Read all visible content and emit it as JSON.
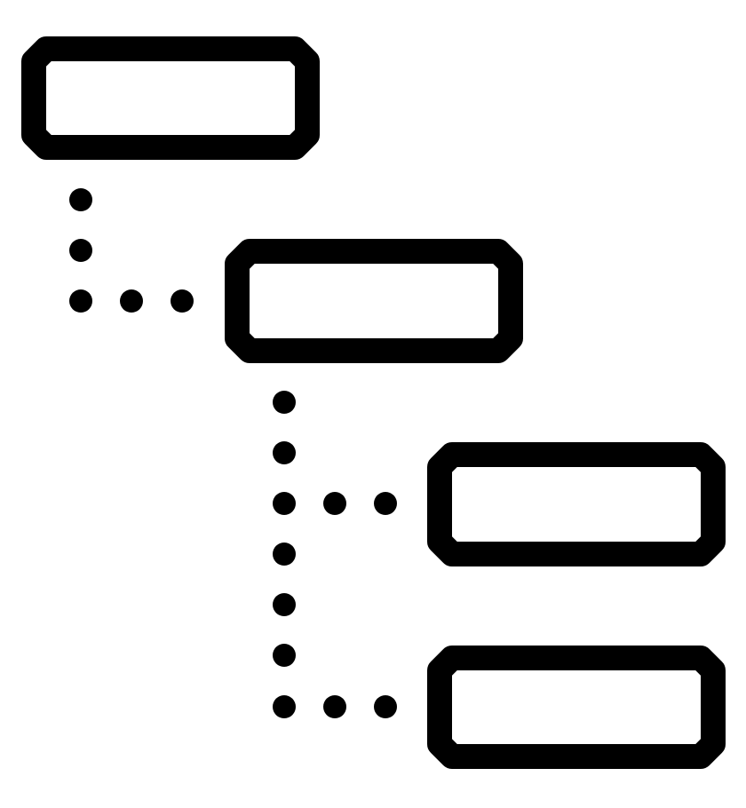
{
  "icon": {
    "name": "hierarchy-tree-icon",
    "nodes": [
      "root-node",
      "child-node",
      "grandchild-node-1",
      "grandchild-node-2"
    ],
    "colors": {
      "stroke": "#000000",
      "fill": "#ffffff",
      "background": "#ffffff"
    }
  }
}
